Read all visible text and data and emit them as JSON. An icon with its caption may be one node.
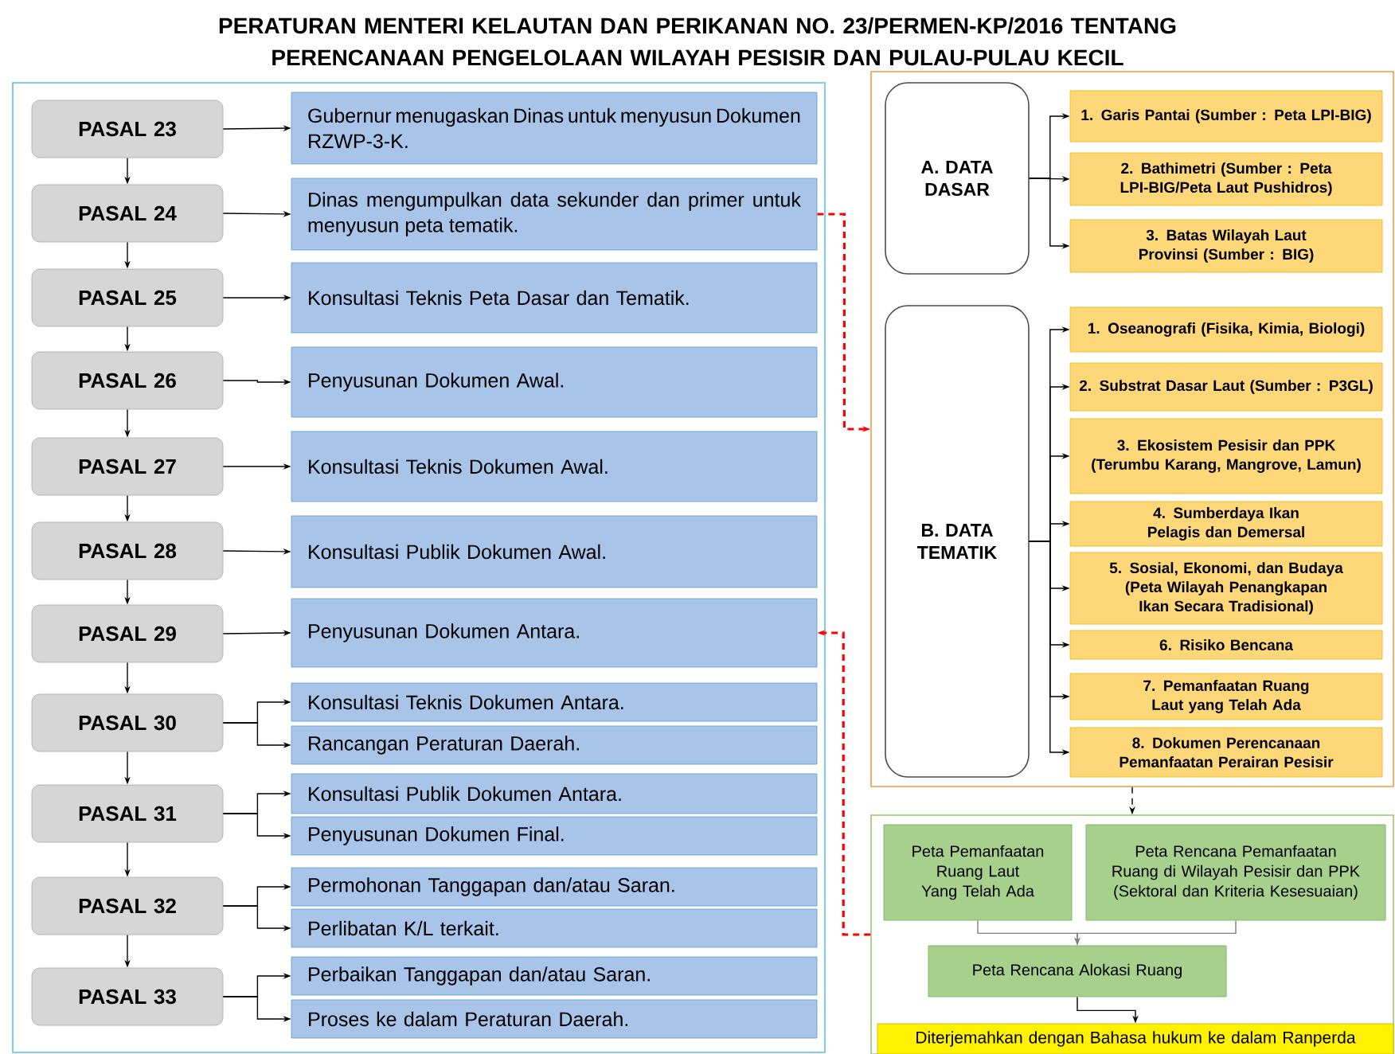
{
  "diagram": {
    "title": "PERATURAN MENTERI KELAUTAN DAN PERIKANAN NO. 23/PERMEN-KP/2016 TENTANG PERENCANAAN PENGELOLAAN WILAYAH PESISIR DAN PULAU-PULAU KECIL",
    "nodes": [
      {
        "text": [
          "PASAL 23"
        ]
      },
      {
        "text": [
          "Gubernur menugaskan Dinas untuk menyusun Dokumen RZWP-3-K."
        ]
      },
      {
        "text": [
          "PASAL 24"
        ]
      },
      {
        "text": [
          "Dinas mengumpulkan data sekunder dan primer untuk menyusun peta tematik."
        ]
      },
      {
        "text": [
          "PASAL 25"
        ]
      },
      {
        "text": [
          "Konsultasi Teknis Peta Dasar dan Tematik."
        ]
      },
      {
        "text": [
          "PASAL 26"
        ]
      },
      {
        "text": [
          "Penyusunan Dokumen Awal."
        ]
      },
      {
        "text": [
          "PASAL 27"
        ]
      },
      {
        "text": [
          "Konsultasi Teknis Dokumen Awal."
        ]
      },
      {
        "text": [
          "PASAL 28"
        ]
      },
      {
        "text": [
          "Konsultasi Publik Dokumen Awal."
        ]
      },
      {
        "text": [
          "PASAL 29"
        ]
      },
      {
        "text": [
          "Penyusunan Dokumen Antara."
        ]
      },
      {
        "text": [
          "PASAL 30"
        ]
      },
      {
        "text": [
          "Konsultasi Teknis Dokumen Antara."
        ]
      },
      {
        "text": [
          "Rancangan Peraturan Daerah."
        ]
      },
      {
        "text": [
          "PASAL 31"
        ]
      },
      {
        "text": [
          "Konsultasi Publik Dokumen Antara."
        ]
      },
      {
        "text": [
          "Penyusunan Dokumen Final."
        ]
      },
      {
        "text": [
          "PASAL 32"
        ]
      },
      {
        "text": [
          "Permohonan Tanggapan dan/atau Saran."
        ]
      },
      {
        "text": [
          "Perlibatan K/L terkait."
        ]
      },
      {
        "text": [
          "PASAL 33"
        ]
      },
      {
        "text": [
          "Perbaikan Tanggapan dan/atau Saran."
        ]
      },
      {
        "text": [
          "Proses ke dalam Peraturan Daerah."
        ]
      },
      {
        "text": [],
        "shape": "box"
      },
      {
        "text": [
          "A. DATA DASAR"
        ],
        "in": 26
      },
      {
        "text": [
          "1. Garis Pantai (Sumber : Peta LPI-BIG)"
        ],
        "in": 26
      },
      {
        "text": [
          "2. Bathimetri (Sumber : Peta LPI-BIG/Peta Laut Pushidros)"
        ],
        "in": 26
      },
      {
        "text": [
          "3. Batas Wilayah Laut Provinsi (Sumber : BIG)"
        ],
        "in": 26
      },
      {
        "text": [
          "B. DATA TEMATIK"
        ],
        "in": 26
      },
      {
        "text": [
          "1. Oseanografi (Fisika, Kimia, Biologi)"
        ],
        "in": 26
      },
      {
        "text": [
          "2. Substrat Dasar Laut (Sumber : P3GL)"
        ],
        "in": 26
      },
      {
        "text": [
          "3. Ekosistem Pesisir dan PPK (Terumbu Karang, Mangrove, Lamun)"
        ],
        "in": 26
      },
      {
        "text": [
          "4. Sumberdaya Ikan Pelagis dan Demersal"
        ],
        "in": 26
      },
      {
        "text": [
          "5. Sosial, Ekonomi, dan Budaya (Peta Wilayah Penangkapan Ikan Secara Tradisional)"
        ],
        "in": 26
      },
      {
        "text": [
          "6. Risiko Bencana"
        ],
        "in": 26
      },
      {
        "text": [
          "7. Pemanfaatan Ruang Laut yang Telah Ada"
        ],
        "in": 26
      },
      {
        "text": [
          "8. Dokumen Perencanaan Pemanfaatan Perairan Pesisir"
        ],
        "in": 26
      },
      {
        "text": [],
        "shape": "box"
      },
      {
        "text": [
          "Peta Pemanfaatan Ruang Laut Yang Telah Ada"
        ],
        "in": 40
      },
      {
        "text": [
          "Peta Rencana Pemanfaatan Ruang di Wilayah Pesisir dan PPK (Sektoral dan Kriteria Kesesuaian)"
        ],
        "in": 40
      },
      {
        "text": [
          "Peta Rencana Alokasi Ruang"
        ],
        "in": 40
      },
      {
        "text": [
          "Diterjemahkan dengan Bahasa hukum ke dalam Ranperda"
        ],
        "in": 40
      }
    ],
    "edges": [
      {
        "from": 0,
        "to": 2,
        "arrow": "to"
      },
      {
        "from": 2,
        "to": 4,
        "arrow": "to"
      },
      {
        "from": 4,
        "to": 6,
        "arrow": "to"
      },
      {
        "from": 6,
        "to": 8,
        "arrow": "to"
      },
      {
        "from": 8,
        "to": 10,
        "arrow": "to"
      },
      {
        "from": 10,
        "to": 12,
        "arrow": "to"
      },
      {
        "from": 12,
        "to": 14,
        "arrow": "to"
      },
      {
        "from": 14,
        "to": 17,
        "arrow": "to"
      },
      {
        "from": 17,
        "to": 20,
        "arrow": "to"
      },
      {
        "from": 20,
        "to": 23,
        "arrow": "to"
      },
      {
        "from": 0,
        "to": 1,
        "arrow": "to"
      },
      {
        "from": 2,
        "to": 3,
        "arrow": "to"
      },
      {
        "from": 4,
        "to": 5,
        "arrow": "to"
      },
      {
        "from": 6,
        "to": 7,
        "arrow": "to"
      },
      {
        "from": 8,
        "to": 9,
        "arrow": "to"
      },
      {
        "from": 10,
        "to": 11,
        "arrow": "to"
      },
      {
        "from": 12,
        "to": 13,
        "arrow": "to"
      },
      {
        "from": 14,
        "to": 15,
        "arrow": "to"
      },
      {
        "from": 14,
        "to": 16,
        "arrow": "to"
      },
      {
        "from": 17,
        "to": 18,
        "arrow": "to"
      },
      {
        "from": 17,
        "to": 19,
        "arrow": "to"
      },
      {
        "from": 20,
        "to": 21,
        "arrow": "to"
      },
      {
        "from": 20,
        "to": 22,
        "arrow": "to"
      },
      {
        "from": 23,
        "to": 24,
        "arrow": "to"
      },
      {
        "from": 23,
        "to": 25,
        "arrow": "to"
      },
      {
        "from": 3,
        "to": 26,
        "arrow": "to",
        "style": "dashed",
        "color": "#ff0000"
      },
      {
        "from": 27,
        "to": 28,
        "arrow": "to"
      },
      {
        "from": 27,
        "to": 29,
        "arrow": "to"
      },
      {
        "from": 27,
        "to": 30,
        "arrow": "to"
      },
      {
        "from": 31,
        "to": 32,
        "arrow": "to"
      },
      {
        "from": 31,
        "to": 33,
        "arrow": "to"
      },
      {
        "from": 31,
        "to": 34,
        "arrow": "to"
      },
      {
        "from": 31,
        "to": 35,
        "arrow": "to"
      },
      {
        "from": 31,
        "to": 36,
        "arrow": "to"
      },
      {
        "from": 31,
        "to": 37,
        "arrow": "to"
      },
      {
        "from": 31,
        "to": 38,
        "arrow": "to"
      },
      {
        "from": 31,
        "to": 39,
        "arrow": "to"
      },
      {
        "from": 26,
        "to": 40,
        "arrow": "to",
        "style": "dashed"
      },
      {
        "from": 40,
        "to": 13,
        "arrow": "to",
        "style": "dashed",
        "color": "#ff0000"
      },
      {
        "from": 41,
        "to": 43,
        "arrow": "to",
        "color": "#7f7f7f"
      },
      {
        "from": 42,
        "to": 43,
        "arrow": "to",
        "color": "#7f7f7f"
      },
      {
        "from": 43,
        "to": 44,
        "arrow": "to"
      }
    ]
  }
}
